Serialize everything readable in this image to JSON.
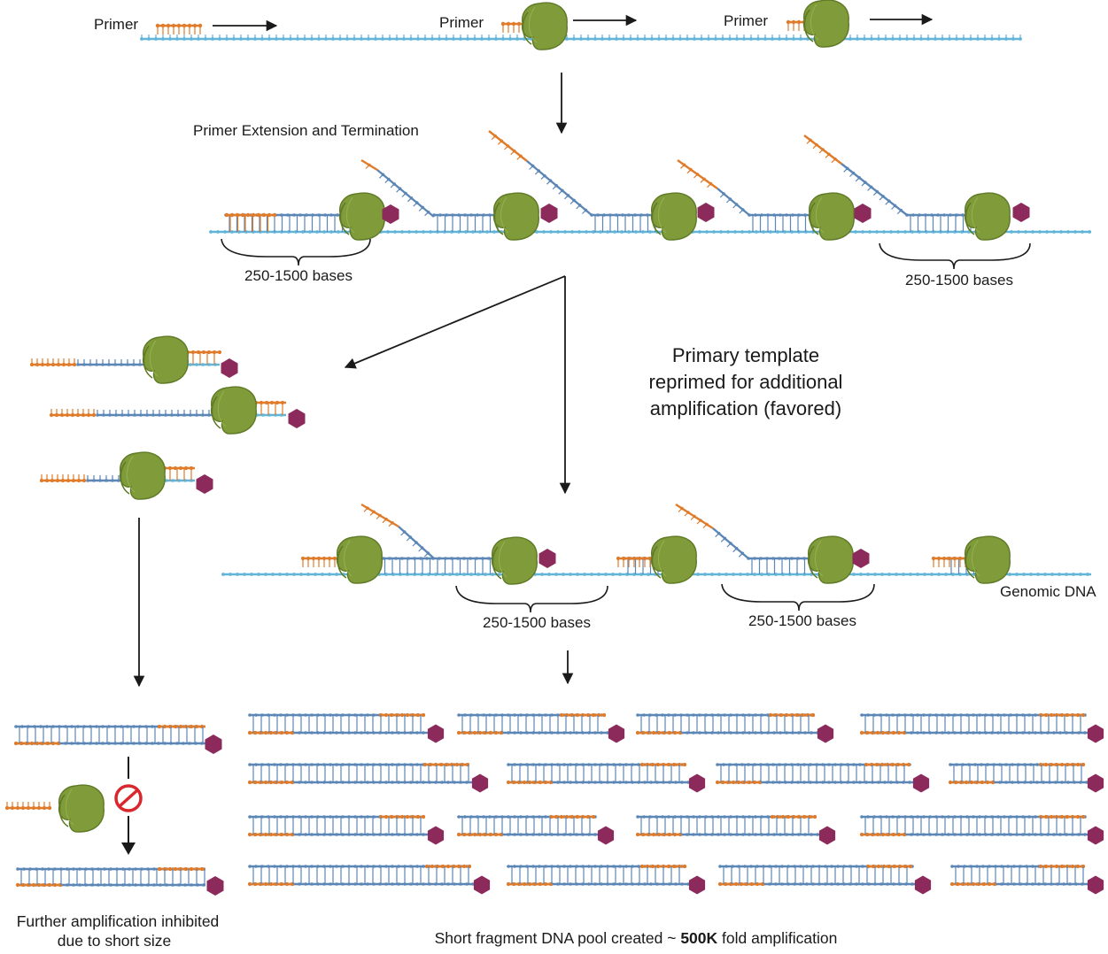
{
  "labels": {
    "primer_1": "Primer",
    "primer_2": "Primer",
    "primer_3": "Primer",
    "step_extension": "Primer Extension and Termination",
    "bases_left": "250-1500 bases",
    "bases_right": "250-1500 bases",
    "reprimed_line1": "Primary template",
    "reprimed_line2": "reprimed for additional",
    "reprimed_line3": "amplification (favored)",
    "bases_mid_1": "250-1500 bases",
    "bases_mid_2": "250-1500 bases",
    "genomic_dna": "Genomic DNA",
    "inhibited_line1": "Further amplification inhibited",
    "inhibited_line2": "due to short size",
    "pool_prefix": "Short fragment DNA pool created ~ ",
    "pool_bold": "500K",
    "pool_suffix": " fold amplification"
  },
  "icons": {
    "polymerase": "polymerase-icon",
    "terminator": "terminator-hexagon-icon",
    "inhibit": "no-entry-icon"
  },
  "colors": {
    "template_strand": "#62b4d8",
    "new_strand": "#5b86b6",
    "primer": "#e07b2a",
    "polymerase": "#7f9b3a",
    "polymerase_dark": "#5f7a26",
    "terminator": "#8c2a5c",
    "inhibit_red": "#d9272e",
    "arrow": "#1a1a1a"
  }
}
